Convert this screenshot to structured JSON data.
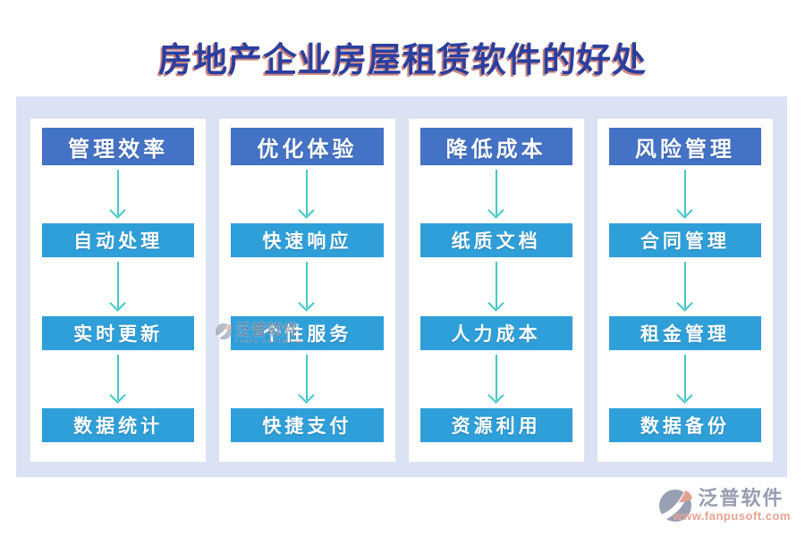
{
  "title": "房地产企业房屋租赁软件的好处",
  "columns": [
    {
      "header": "管理效率",
      "items": [
        "自动处理",
        "实时更新",
        "数据统计"
      ]
    },
    {
      "header": "优化体验",
      "items": [
        "快速响应",
        "个性服务",
        "快捷支付"
      ]
    },
    {
      "header": "降低成本",
      "items": [
        "纸质文档",
        "人力成本",
        "资源利用"
      ]
    },
    {
      "header": "风险管理",
      "items": [
        "合同管理",
        "租金管理",
        "数据备份"
      ]
    }
  ],
  "watermark": {
    "brand": "泛普软件",
    "subtitle": "FANPU SOFTWARE"
  },
  "footer": {
    "brand": "泛普软件",
    "url": "www.fanpusoft.com"
  },
  "icons": {
    "arrow": "arrow-down-icon",
    "logo": "fanpu-logo-icon"
  },
  "colors": {
    "title-blue": "#2b3f9e",
    "title-shadow": "#b5463c",
    "band-bg": "#dbe2f3",
    "panel-bg": "#ffffff",
    "header-blue": "#4472c4",
    "item-blue": "#2e9fd9",
    "arrow-teal": "#45c8c8",
    "brand-gray": "#979db0",
    "url-salmon": "#e8a392"
  }
}
